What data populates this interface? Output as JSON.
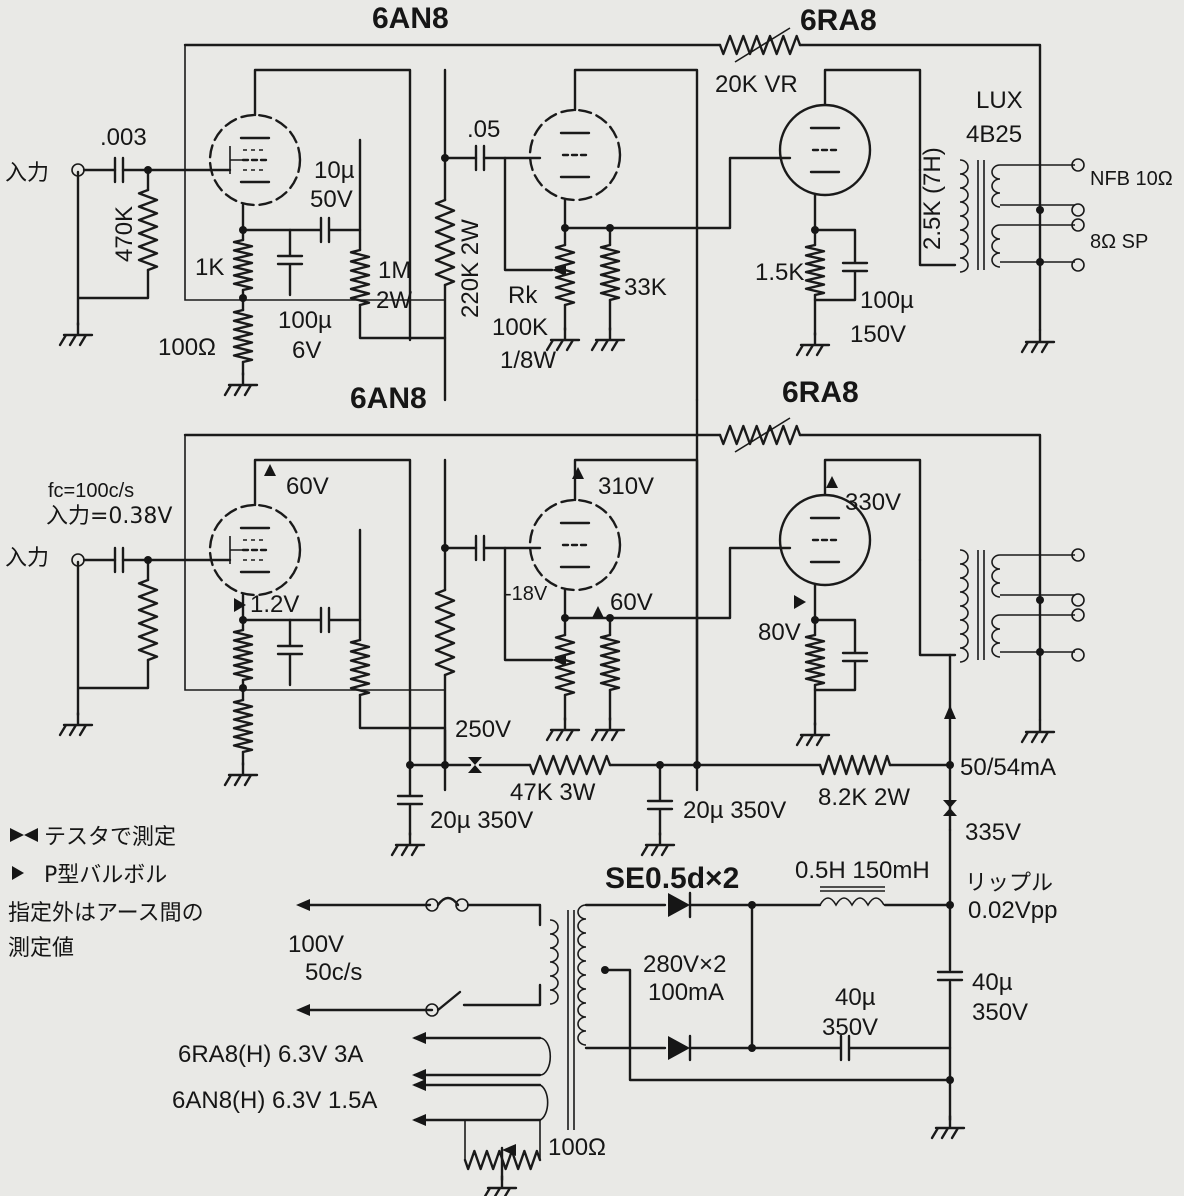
{
  "top_amp": {
    "tube1": "6AN8",
    "tube2": "6RA8",
    "vr": "20K VR",
    "transformer": [
      "LUX",
      "4B25"
    ],
    "primary": "2.5K (7H)",
    "nfb": "NFB 10Ω",
    "sp": "8Ω SP",
    "input": "入力",
    "c_in": ".003",
    "r_in": "470K",
    "r_k1": "1K",
    "r_k1b": "100Ω",
    "c_10u": "10µ",
    "c_10u_v": "50V",
    "c_100u": "100µ",
    "c_100u_v": "6V",
    "r_1m": "1M",
    "r_1m_w": "2W",
    "r_220k": "220K 2W",
    "c_05": ".05",
    "rk": "Rk",
    "rk_val": "100K",
    "rk_w": "1/8W",
    "r_33k": "33K",
    "r_15k": "1.5K",
    "c_k3": "100µ",
    "c_k3_v": "150V"
  },
  "mid_amp": {
    "tube1": "6AN8",
    "tube2": "6RA8",
    "fc": "fc=100c/s",
    "input_level": "入力=0.38V",
    "input": "入力",
    "v_60": "60V",
    "v_12": "1.2V",
    "v_310": "310V",
    "v_m18": "-18V",
    "v_60b": "60V",
    "v_330": "330V",
    "v_80": "80V",
    "v_250": "250V",
    "r_47k": "47K 3W",
    "c_20u_a": "20µ 350V",
    "c_20u_b": "20µ 350V",
    "r_82k": "8.2K 2W",
    "current": "50/54mA",
    "v_335": "335V"
  },
  "legend": {
    "tester": "テスタで測定",
    "p_type": "P型バルボル",
    "note1": "指定外はアース間の",
    "note2": "測定値"
  },
  "power": {
    "rectifier": "SE0.5d×2",
    "choke": "0.5H 150mH",
    "ripple": "リップル",
    "ripple_val": "0.02Vpp",
    "mains": "100V",
    "mains_freq": "50c/s",
    "secondary": "280V×2",
    "secondary_i": "100mA",
    "c1": "40µ",
    "c1_v": "350V",
    "c2": "40µ",
    "c2_v": "350V",
    "heater1": "6RA8(H) 6.3V 3A",
    "heater2": "6AN8(H) 6.3V 1.5A",
    "hum_pot": "100Ω"
  }
}
